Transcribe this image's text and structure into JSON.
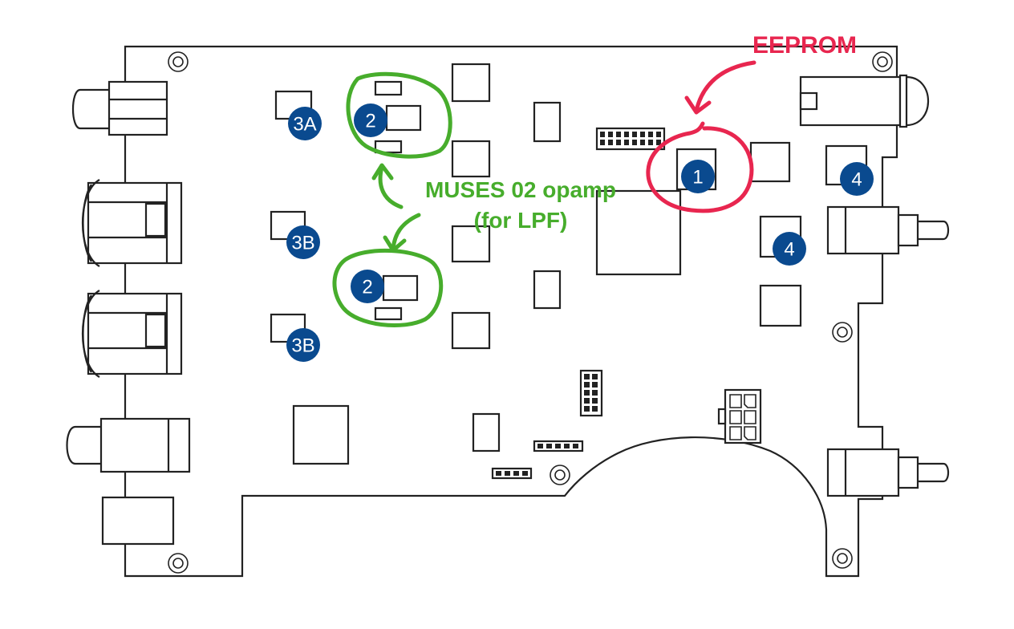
{
  "colors": {
    "badge": "#0a4a8f",
    "eeprom_annotation": "#e8264f",
    "opamp_annotation": "#47ad2c",
    "board_line": "#222222"
  },
  "annotations": {
    "eeprom_label": "EEPROM",
    "opamp_label_line1": "MUSES 02 opamp",
    "opamp_label_line2": "(for LPF)"
  },
  "badges": {
    "b1": "1",
    "b2_top": "2",
    "b2_bottom": "2",
    "b3a": "3A",
    "b3b_top": "3B",
    "b3b_bottom": "3B",
    "b4_top": "4",
    "b4_mid": "4"
  }
}
